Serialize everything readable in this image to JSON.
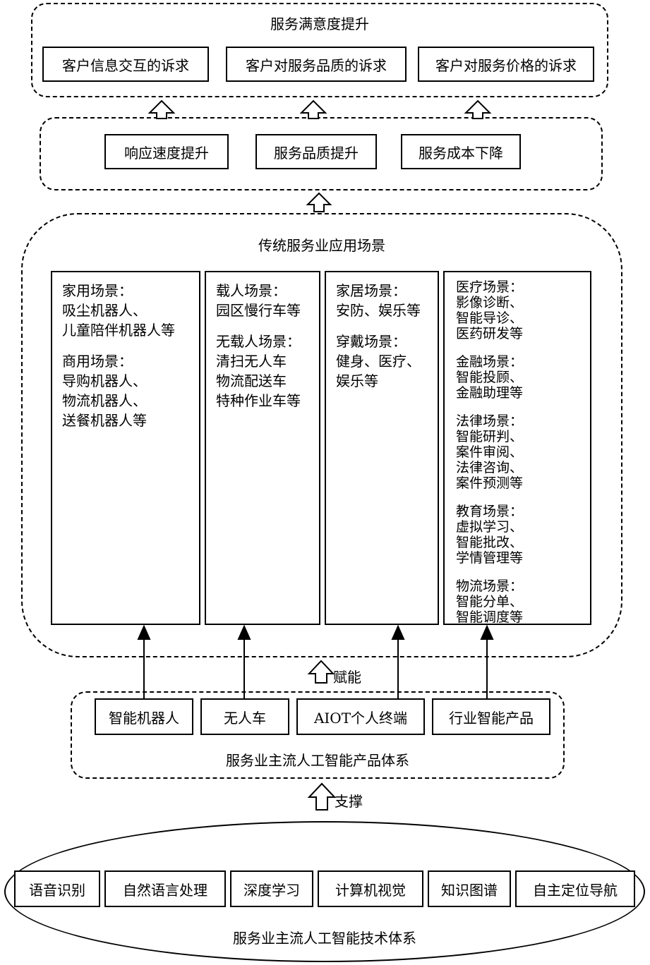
{
  "satisfaction": {
    "title": "服务满意度提升",
    "items": [
      "客户信息交互的诉求",
      "客户对服务品质的诉求",
      "客户对服务价格的诉求"
    ]
  },
  "improvements": {
    "items": [
      "响应速度提升",
      "服务品质提升",
      "服务成本下降"
    ]
  },
  "scenarios": {
    "title": "传统服务业应用场景",
    "columns": [
      {
        "groups": [
          "家用场景：\n吸尘机器人、\n儿童陪伴机器人等",
          "商用场景：\n导购机器人、\n物流机器人、\n送餐机器人等"
        ]
      },
      {
        "groups": [
          "载人场景：\n园区慢行车等",
          "无载人场景：\n清扫无人车\n物流配送车\n特种作业车等"
        ]
      },
      {
        "groups": [
          "家居场景：\n安防、娱乐等",
          "穿戴场景：\n健身、医疗、\n娱乐等"
        ]
      },
      {
        "groups": [
          "医疗场景：\n影像诊断、\n智能导诊、\n医药研发等",
          "金融场景：\n智能投顾、\n金融助理等",
          "法律场景：\n智能研判、\n案件审阅、\n法律咨询、\n案件预测等",
          "教育场景：\n虚拟学习、\n智能批改、\n学情管理等",
          "物流场景：\n智能分单、\n智能调度等"
        ]
      }
    ]
  },
  "empower_label": "赋能",
  "products": {
    "items": [
      "智能机器人",
      "无人车",
      "AIOT个人终端",
      "行业智能产品"
    ],
    "caption": "服务业主流人工智能产品体系"
  },
  "support_label": "支撑",
  "technologies": {
    "items": [
      "语音识别",
      "自然语言处理",
      "深度学习",
      "计算机视觉",
      "知识图谱",
      "自主定位导航"
    ],
    "caption": "服务业主流人工智能技术体系"
  }
}
